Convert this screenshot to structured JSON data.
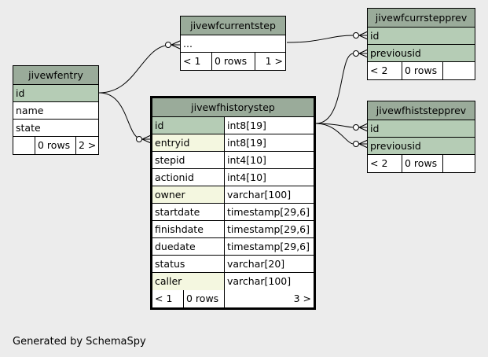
{
  "footer": "Generated by SchemaSpy",
  "tables": {
    "jivewfcurrentstep": {
      "name": "jivewfcurrentstep",
      "rows": [
        "..."
      ],
      "footer": [
        "< 1",
        "0 rows",
        "1 >"
      ]
    },
    "jivewfcurrstepprev": {
      "name": "jivewfcurrstepprev",
      "rows": [
        "id",
        "previousid"
      ],
      "footer": [
        "< 2",
        "0 rows"
      ]
    },
    "jivewfentry": {
      "name": "jivewfentry",
      "rows": [
        "id",
        "name",
        "state"
      ],
      "footer": [
        "",
        "0 rows",
        "2 >"
      ]
    },
    "jivewfhistorystep": {
      "name": "jivewfhistorystep",
      "columns": [
        {
          "name": "id",
          "type": "int8[19]"
        },
        {
          "name": "entryid",
          "type": "int8[19]"
        },
        {
          "name": "stepid",
          "type": "int4[10]"
        },
        {
          "name": "actionid",
          "type": "int4[10]"
        },
        {
          "name": "owner",
          "type": "varchar[100]"
        },
        {
          "name": "startdate",
          "type": "timestamp[29,6]"
        },
        {
          "name": "finishdate",
          "type": "timestamp[29,6]"
        },
        {
          "name": "duedate",
          "type": "timestamp[29,6]"
        },
        {
          "name": "status",
          "type": "varchar[20]"
        },
        {
          "name": "caller",
          "type": "varchar[100]"
        }
      ],
      "footer": [
        "< 1",
        "0 rows",
        "3 >"
      ]
    },
    "jivewfhiststepprev": {
      "name": "jivewfhiststepprev",
      "rows": [
        "id",
        "previousid"
      ],
      "footer": [
        "< 2",
        "0 rows"
      ]
    }
  }
}
